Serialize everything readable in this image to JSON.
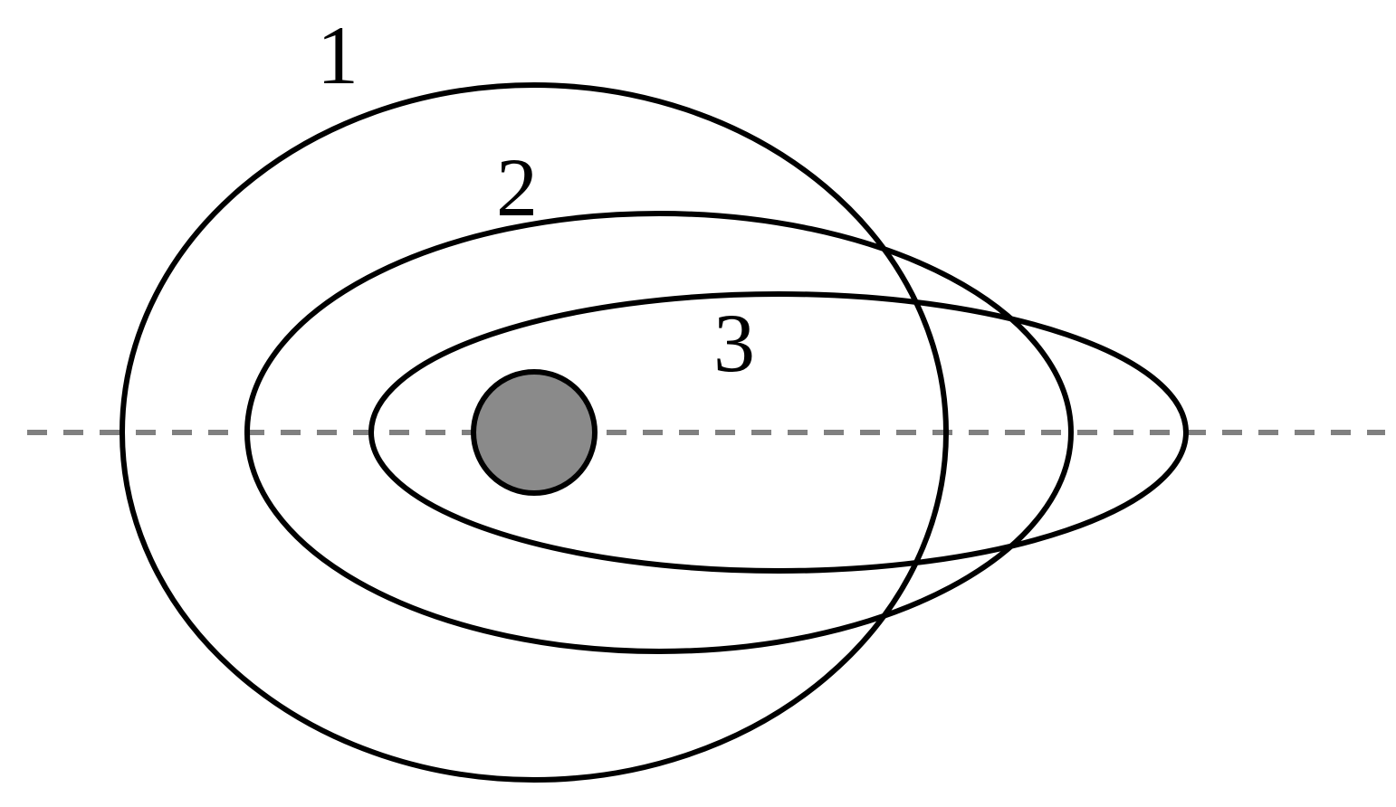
{
  "diagram": {
    "orbit_labels": [
      "1",
      "2",
      "3"
    ],
    "colors": {
      "orbit_stroke": "#000000",
      "axis_line": "#808080",
      "central_body_fill": "#8a8a8a",
      "background": "#ffffff"
    }
  }
}
